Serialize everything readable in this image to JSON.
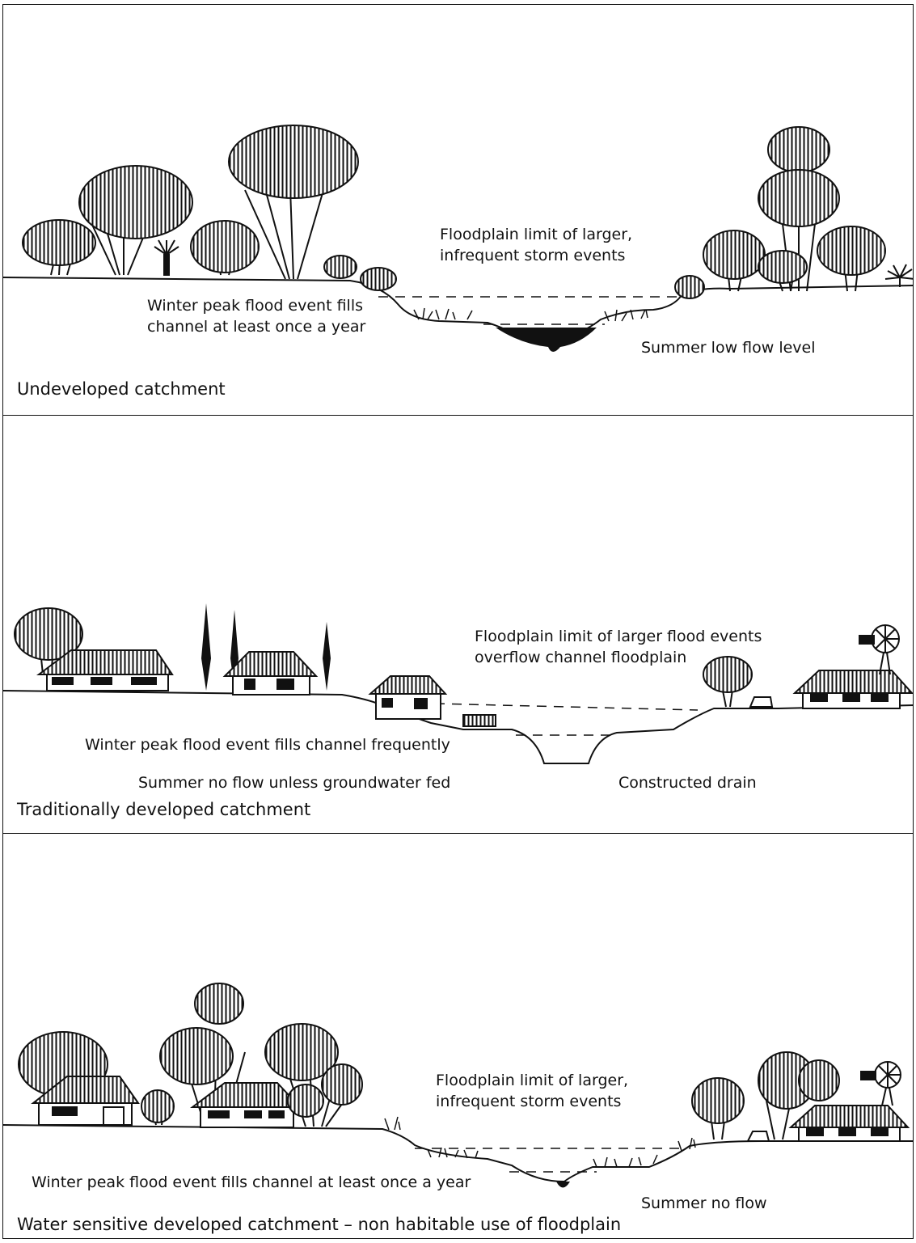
{
  "panels": [
    {
      "caption": "Undeveloped catchment",
      "labels": {
        "floodplain_line1": "Floodplain limit of larger,",
        "floodplain_line2": "infrequent storm events",
        "winter_line1": "Winter peak flood event fills",
        "winter_line2": "channel at least once a year",
        "summer": "Summer low flow level"
      }
    },
    {
      "caption": "Traditionally developed catchment",
      "labels": {
        "floodplain_line1": "Floodplain limit of larger flood events",
        "floodplain_line2": "overflow channel floodplain",
        "winter": "Winter peak flood event fills channel frequently",
        "summer": "Summer no flow unless groundwater fed",
        "drain": "Constructed drain"
      }
    },
    {
      "caption": "Water sensitive developed catchment – non habitable use of floodplain",
      "labels": {
        "floodplain_line1": "Floodplain limit of larger,",
        "floodplain_line2": "infrequent storm events",
        "winter": "Winter peak flood event fills channel at least once a year",
        "summer": "Summer no flow"
      }
    }
  ],
  "colors": {
    "ink": "#111111",
    "paper": "#ffffff"
  }
}
